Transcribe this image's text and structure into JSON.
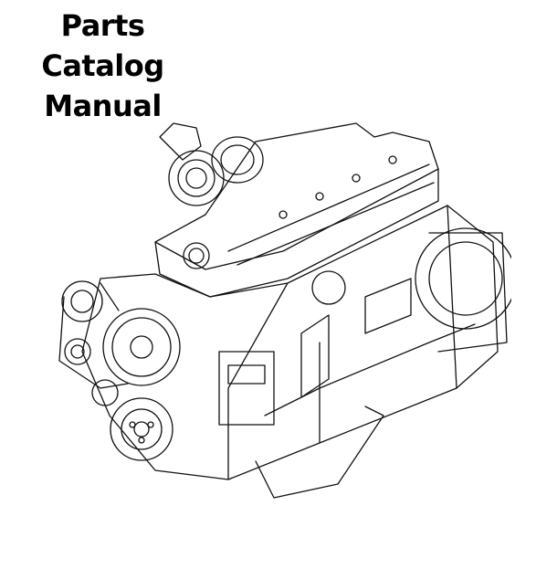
{
  "document": {
    "title_line1": "Parts Catalog",
    "title_line2": "Manual",
    "illustration": "engine-line-drawing"
  }
}
